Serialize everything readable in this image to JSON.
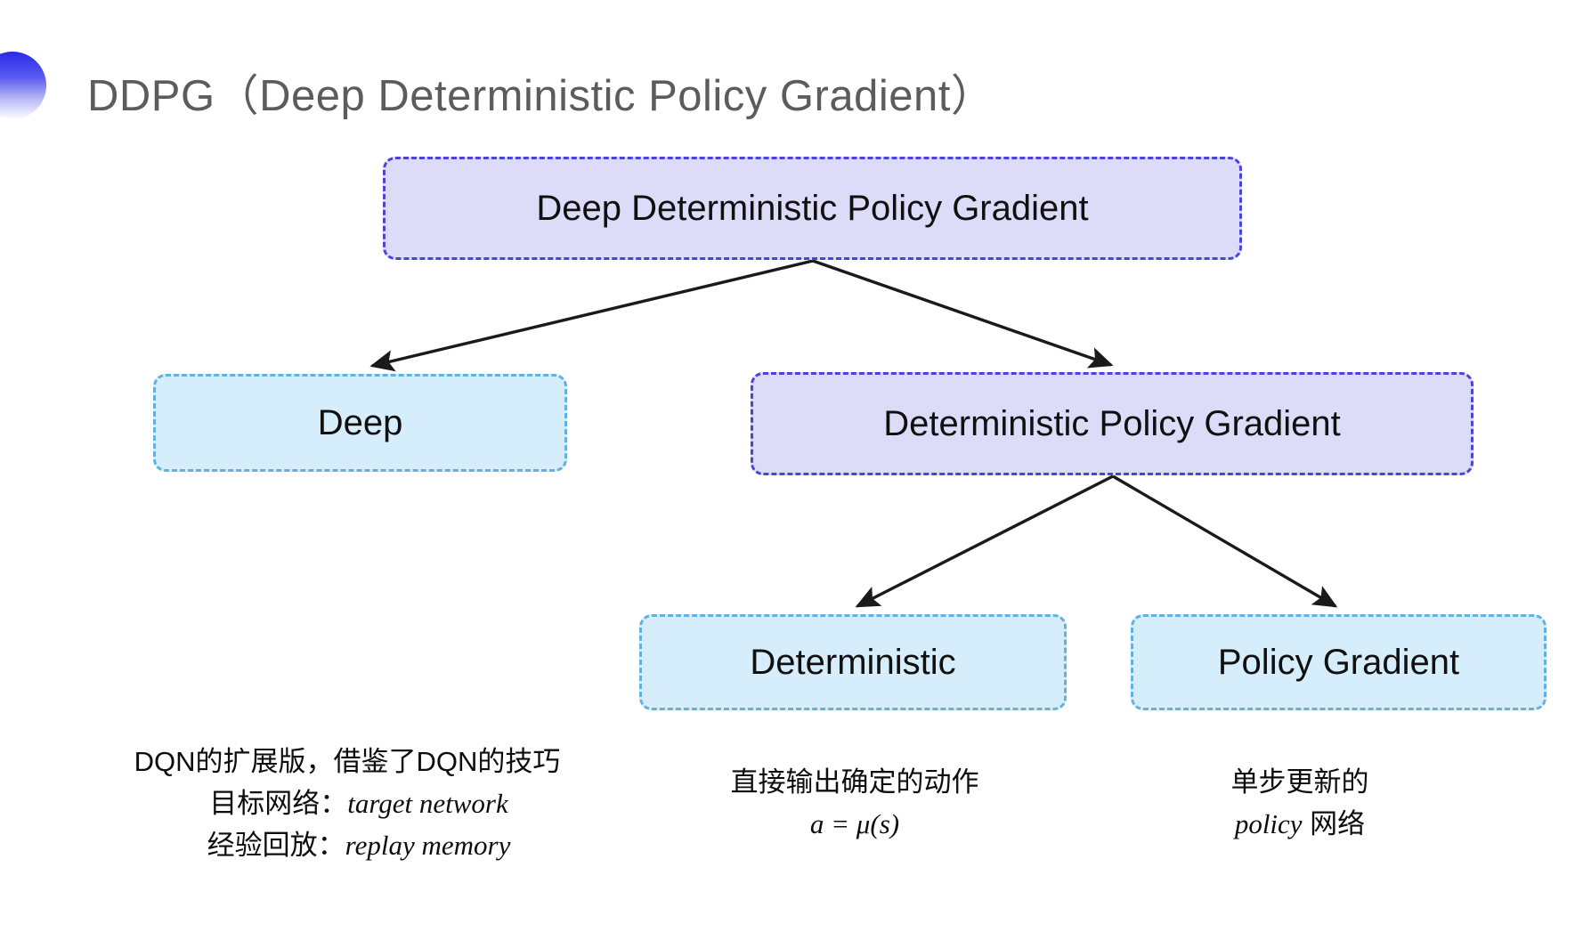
{
  "slide": {
    "title": "DDPG（Deep Deterministic Policy Gradient）",
    "background_color": "#ffffff",
    "title_color": "#5c5c5c",
    "bullet_gradient_from": "#2a2ae8",
    "bullet_gradient_to": "#ffffff"
  },
  "palette": {
    "purple_fill": "#dcdcf9",
    "purple_border": "#4b44d9",
    "blue_fill": "#d6eefb",
    "blue_border": "#62b2e0",
    "arrow_color": "#1a1a1a",
    "text_color": "#101010"
  },
  "nodes": {
    "root": {
      "label": "Deep Deterministic Policy Gradient",
      "style": "purple"
    },
    "deep": {
      "label": "Deep",
      "style": "blue"
    },
    "dpg": {
      "label": "Deterministic Policy Gradient",
      "style": "purple"
    },
    "deterministic": {
      "label": "Deterministic",
      "style": "blue"
    },
    "policy_gradient": {
      "label": "Policy Gradient",
      "style": "blue"
    }
  },
  "edges": [
    {
      "from": "root",
      "to": "deep"
    },
    {
      "from": "root",
      "to": "dpg"
    },
    {
      "from": "dpg",
      "to": "deterministic"
    },
    {
      "from": "dpg",
      "to": "policy_gradient"
    }
  ],
  "captions": {
    "deep": {
      "line1": "DQN的扩展版，借鉴了DQN的技巧",
      "line2_label": "目标网络：",
      "line2_term": "target network",
      "line3_label": "经验回放：",
      "line3_term": "replay memory"
    },
    "deterministic": {
      "line1": "直接输出确定的动作",
      "formula": "a = μ(s)"
    },
    "policy_gradient": {
      "line1": "单步更新的",
      "line2_term": "policy",
      "line2_suffix": " 网络"
    }
  }
}
